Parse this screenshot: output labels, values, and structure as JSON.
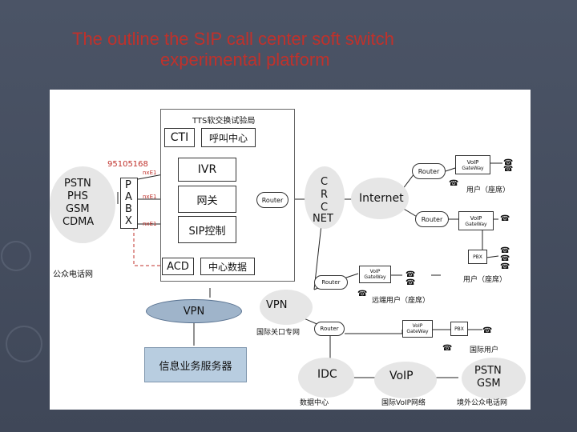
{
  "slide": {
    "title_line1": "The outline the SIP call center soft  switch",
    "title_line2": "experimental platform"
  },
  "diagram": {
    "tts_bureau": "TTS软交换试验局",
    "cti": "CTI",
    "call_center": "呼叫中心",
    "phone_number": "95105168",
    "ivr": "IVR",
    "gateway": "网关",
    "sip_control": "SIP控制",
    "acd": "ACD",
    "central_data": "中心数据",
    "pabx_letters": [
      "P",
      "A",
      "B",
      "X"
    ],
    "pabx_x": "X",
    "nxe1": "nxE1",
    "public_networks": [
      "PSTN",
      "PHS",
      "GSM",
      "CDMA"
    ],
    "public_phone_net": "公众电话网",
    "router": "Router",
    "crcnet": [
      "C",
      "R",
      "C",
      "NET"
    ],
    "internet": "Internet",
    "voip_gateway_line1": "VoIP",
    "voip_gateway_line2": "GateWay",
    "user_seat": "用户（座席）",
    "pbx": "PBX",
    "remote_user_seat": "远端用户（座席）",
    "vpn": "VPN",
    "intl_gateway_private_net": "国际关口专网",
    "info_service_server": "信息业务服务器",
    "intl_user": "国际用户",
    "idc": "IDC",
    "data_center": "数据中心",
    "voip": "VoIP",
    "intl_voip_network": "国际VoIP网络",
    "pstn": "PSTN",
    "gsm": "GSM",
    "overseas_public_phone_net": "境外公众电话网"
  }
}
